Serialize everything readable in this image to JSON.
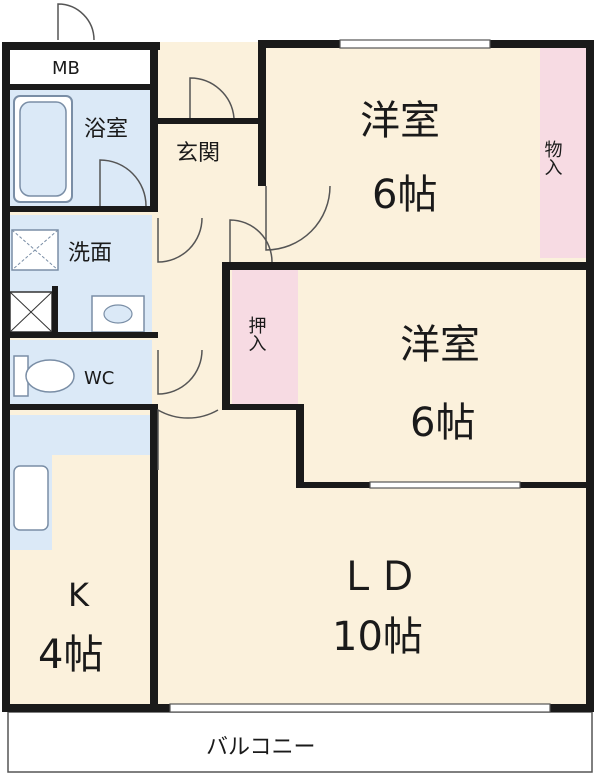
{
  "rooms": {
    "mb": "MB",
    "bath": "浴室",
    "genkan": "玄関",
    "washroom": "洗面",
    "wc": "WC",
    "western1_name": "洋室",
    "western1_size": "6帖",
    "closet1": "物入",
    "western2_name": "洋室",
    "western2_size": "6帖",
    "closet2": "押入",
    "kitchen_name": "K",
    "kitchen_size": "4帖",
    "living_name": "ＬＤ",
    "living_size": "10帖",
    "balcony": "バルコニー"
  },
  "colors": {
    "floor": "#fbf1dc",
    "wet": "#dbe9f7",
    "closet": "#f7dbe3",
    "wall": "#1a1a1a"
  }
}
